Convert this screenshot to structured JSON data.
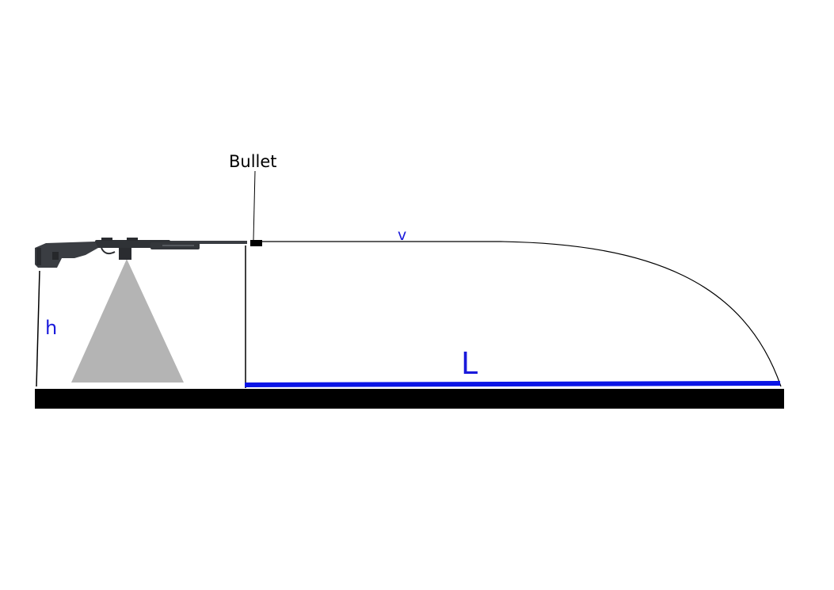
{
  "labels": {
    "bullet": "Bullet",
    "velocity": "v",
    "height": "h",
    "distance": "L"
  },
  "icons": {
    "rifle": "rifle-icon",
    "tripod": "tripod-icon"
  },
  "colors": {
    "label_blue": "#1a1adb",
    "distance_line": "#0a14e6",
    "ground": "#000000",
    "stand": "#b4b4b4",
    "rifle": "#3a3d42",
    "bullet": "#000000"
  }
}
